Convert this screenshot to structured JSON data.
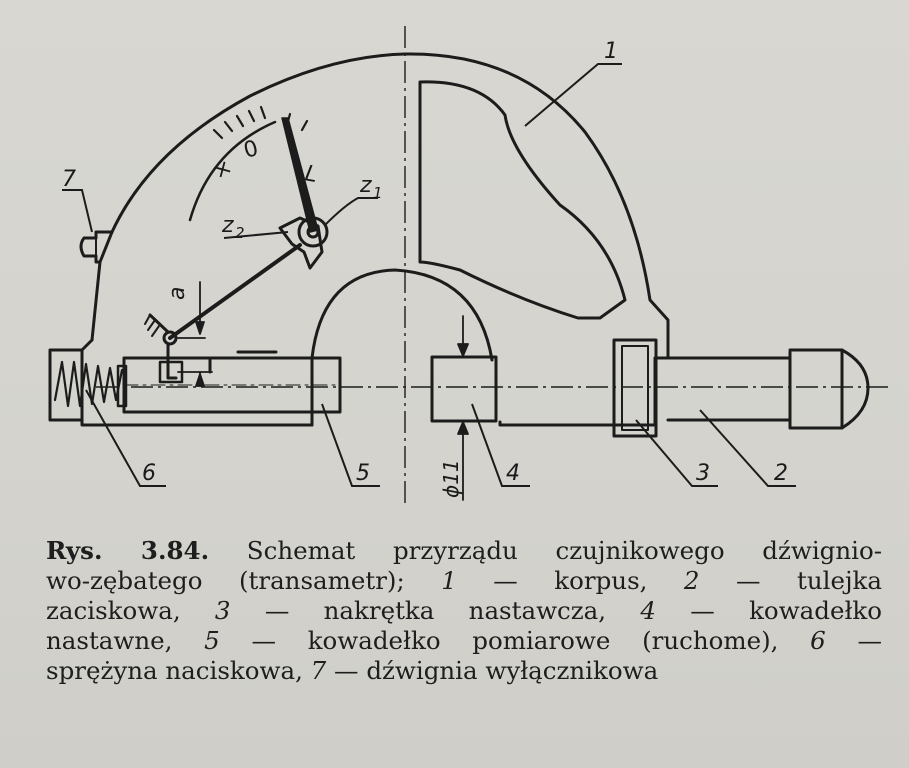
{
  "diagram": {
    "labels": {
      "part1": "1",
      "part2": "2",
      "part3": "3",
      "part4": "4",
      "part5": "5",
      "part6": "6",
      "part7": "7",
      "z1": "z",
      "z1_sub": "1",
      "z2": "z",
      "z2_sub": "2",
      "alpha": "a",
      "dial_x": "×",
      "dial_zero": "0",
      "dial_l": "L",
      "diameter": "ϕ11"
    }
  },
  "caption": {
    "prefix": "Rys. 3.84.",
    "text_1": " Schemat przyrządu czujnikowego dźwignio-",
    "text_2a": "wo-zębatego (transametr); ",
    "n1": "1",
    "t1": " — korpus, ",
    "n2": "2",
    "t2": " — tulejka",
    "text_3a": "zaciskowa, ",
    "n3": "3",
    "t3": " — nakrętka nastawcza, ",
    "n4": "4",
    "t4": " — kowadełko",
    "text_4a": "nastawne, ",
    "n5": "5",
    "t5": " — kowadełko pomiarowe (ruchome), ",
    "n6": "6",
    "t6": " —",
    "text_5a": "sprężyna naciskowa, ",
    "n7": "7",
    "t7": " — dźwignia wyłącznikowa"
  }
}
